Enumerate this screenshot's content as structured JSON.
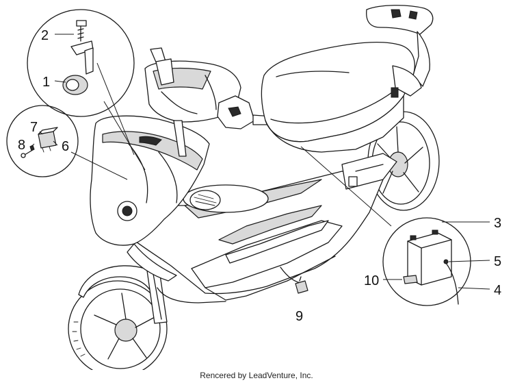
{
  "callouts": [
    {
      "id": "1",
      "label": "1"
    },
    {
      "id": "2",
      "label": "2"
    },
    {
      "id": "3",
      "label": "3"
    },
    {
      "id": "4",
      "label": "4"
    },
    {
      "id": "5",
      "label": "5"
    },
    {
      "id": "6",
      "label": "6"
    },
    {
      "id": "7",
      "label": "7"
    },
    {
      "id": "8",
      "label": "8"
    },
    {
      "id": "9",
      "label": "9"
    },
    {
      "id": "10",
      "label": "10"
    }
  ],
  "footer": {
    "credit": "Rencered by LeadVenture, Inc."
  },
  "colors": {
    "line": "#1a1a1a",
    "background": "#ffffff",
    "part_fill": "#d9d9d9"
  }
}
